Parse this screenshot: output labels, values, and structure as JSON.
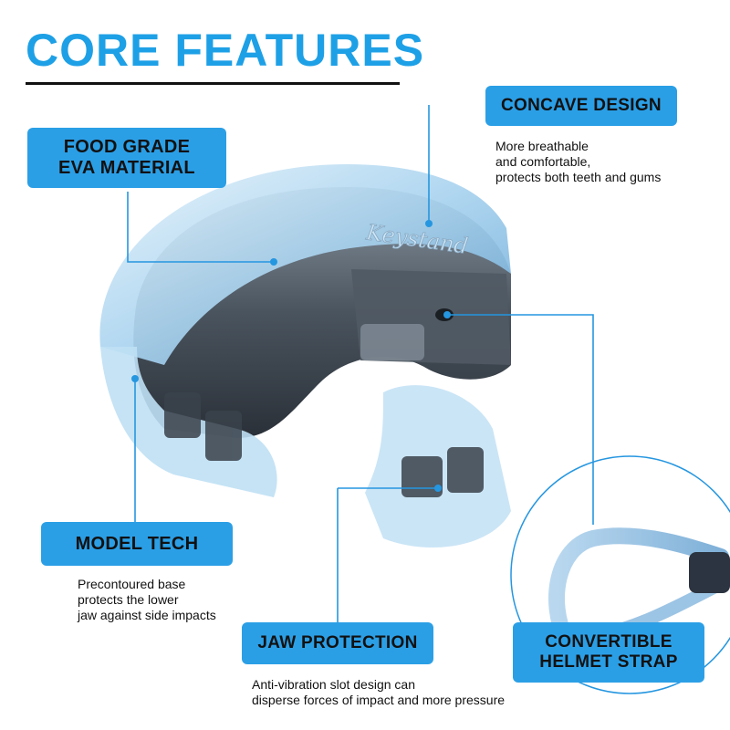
{
  "title": "CORE FEATURES",
  "colors": {
    "accent": "#1e9be0",
    "label_bg": "#2b9fe6",
    "title": "#1ea0e6",
    "line": "#2596e0"
  },
  "features": {
    "food_grade": {
      "label_line1": "FOOD GRADE",
      "label_line2": "EVA MATERIAL"
    },
    "concave": {
      "label": "CONCAVE DESIGN",
      "desc_line1": "More breathable",
      "desc_line2": "and comfortable,",
      "desc_line3": "protects both teeth and gums"
    },
    "model_tech": {
      "label": "MODEL TECH",
      "desc_line1": "Precontoured base",
      "desc_line2": "protects the lower",
      "desc_line3": "jaw against side impacts"
    },
    "jaw_protection": {
      "label": "JAW PROTECTION",
      "desc_line1": "Anti-vibration slot design can",
      "desc_line2": "disperse forces of impact and more pressure"
    },
    "helmet_strap": {
      "label_line1": "CONVERTIBLE",
      "label_line2": "HELMET STRAP"
    }
  },
  "product": {
    "brand": "Keystand",
    "icon": "mouthguard-illustration"
  }
}
